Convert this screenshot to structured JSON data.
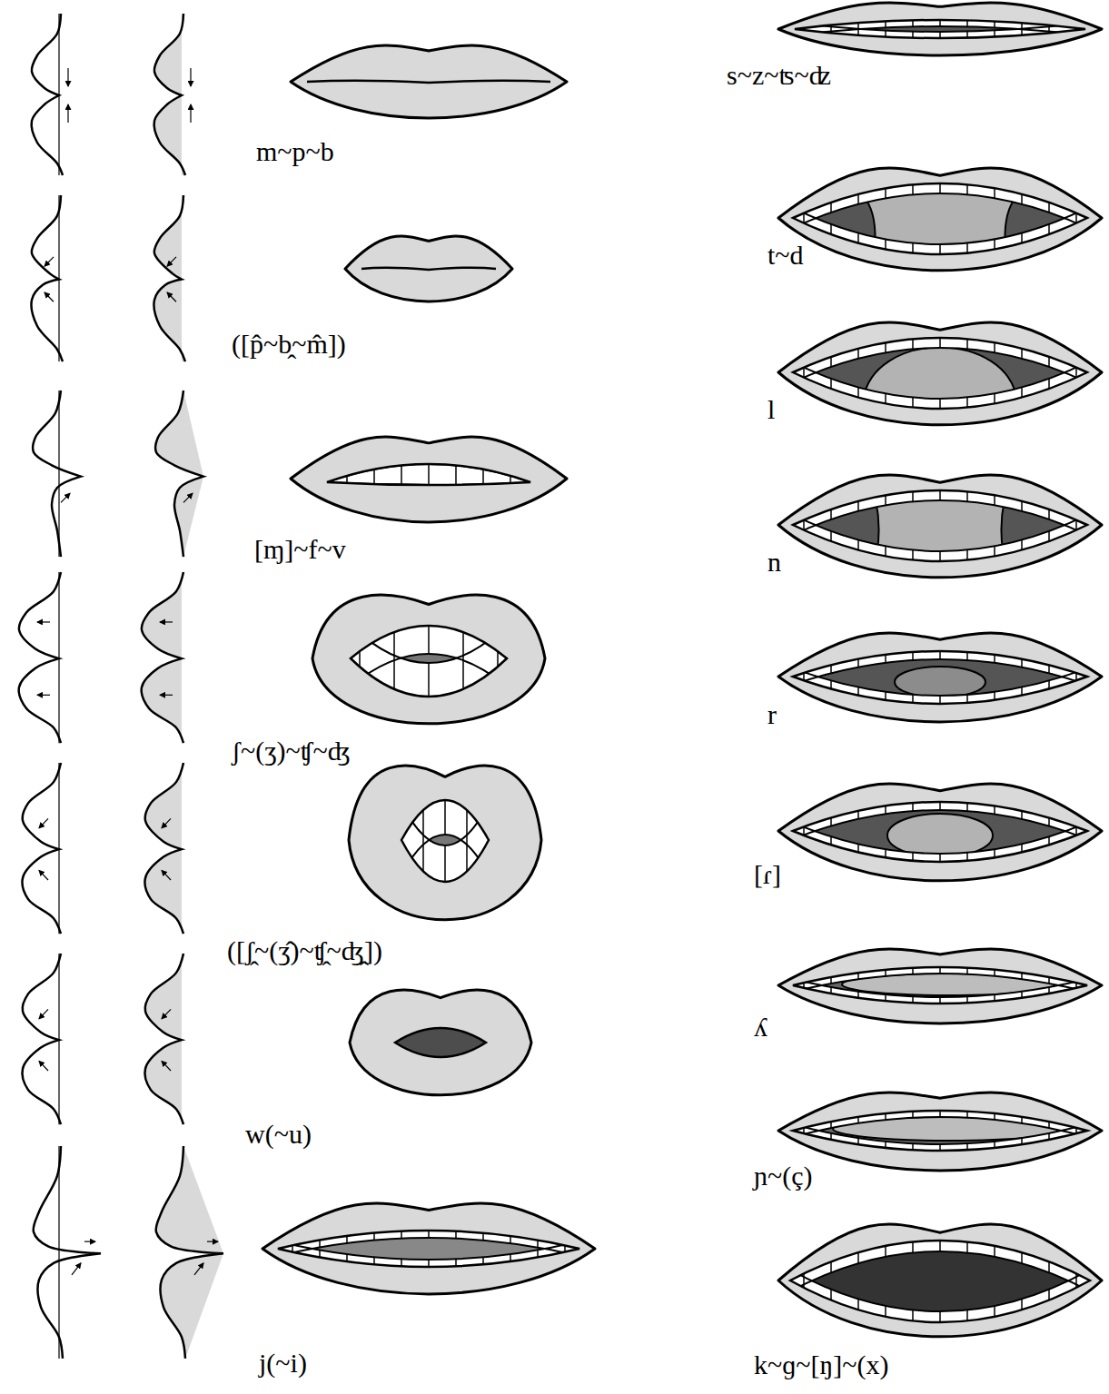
{
  "diagram": {
    "labels": [
      "m~p~b",
      "([p̂~b̭~m̂])",
      "[ɱ]~f~v",
      "ʃ~(ʒ)~ʧ~ʤ",
      "([ʃ̭~(ʒ̂)~ʧ̭~ʤ̭])",
      "w(~u)",
      "j(~i)",
      "s~z~ʦ~ʣ",
      "t~d",
      "l",
      "n",
      "r",
      "[ɾ]",
      "ʎ",
      "ɲ~(ç)",
      "k~ɡ~[ŋ]~(x)"
    ]
  }
}
